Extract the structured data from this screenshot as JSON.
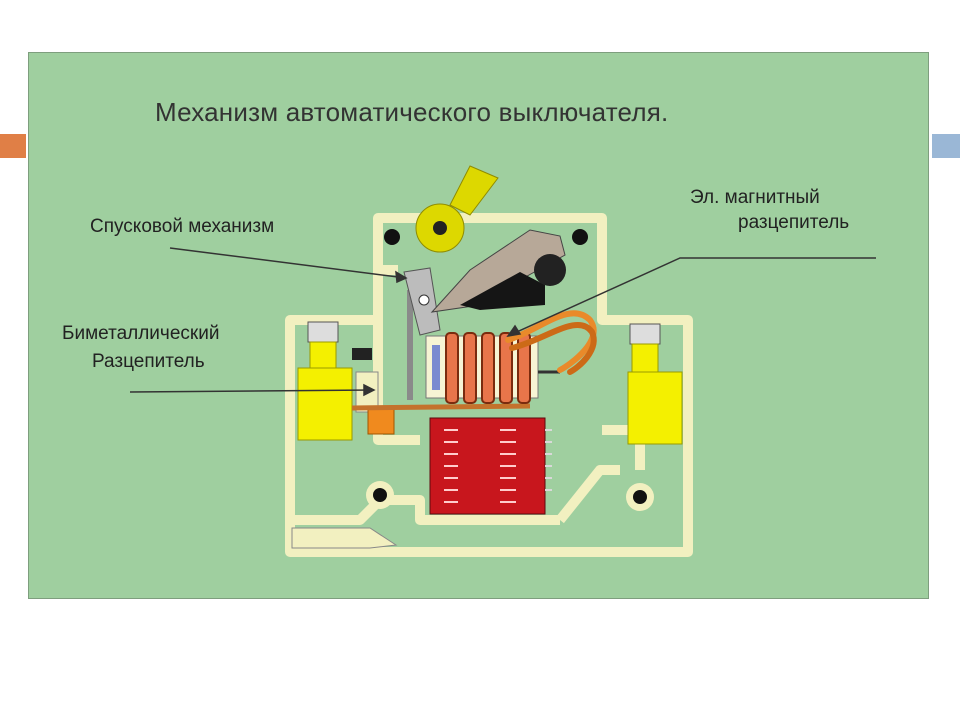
{
  "title": "Механизм автоматического выключателя.",
  "labels": {
    "trip_mechanism": "Спусковой механизм",
    "bimetal_line1": "Биметаллический",
    "bimetal_line2": "Разцепитель",
    "magnetic_line1": "Эл.  магнитный",
    "magnetic_line2": "разцепитель"
  },
  "colors": {
    "background": "#9fcf9f",
    "housing_fill": "#f2f0c0",
    "terminal": "#f4f000",
    "arc_chute": "#c8161d",
    "coil": "#e8754a",
    "lever": "#ddd800",
    "accent_left": "#e07f46",
    "accent_right": "#9ab7d6"
  }
}
